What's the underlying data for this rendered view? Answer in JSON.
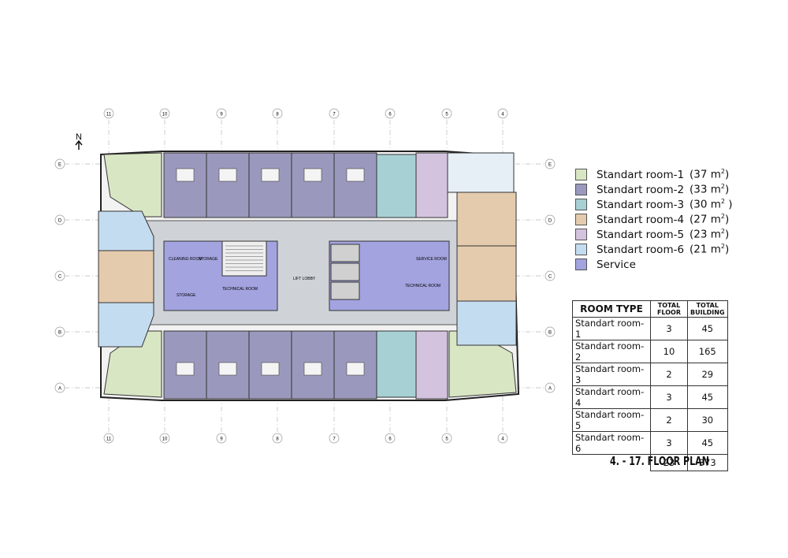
{
  "grid": {
    "columns": [
      "11",
      "10",
      "9",
      "8",
      "7",
      "6",
      "5",
      "4"
    ],
    "rows": [
      "E",
      "D",
      "C",
      "B",
      "A"
    ]
  },
  "north_label": "N",
  "room_labels": {
    "cleaning": "CLEANING ROOM",
    "storage_top": "STORAGE",
    "storage_left": "STORAGE",
    "technical_left": "TECHNICAL ROOM",
    "lift_lobby": "LIFT LOBBY",
    "service": "SERVICE ROOM",
    "technical_right": "TECHNICAL ROOM"
  },
  "legend": [
    {
      "name": "Standart room-1",
      "area": "(37 m",
      "sup": "2",
      "close": ")",
      "color": "#d9e6c4"
    },
    {
      "name": "Standart room-2",
      "area": "(33 m",
      "sup": "2",
      "close": ")",
      "color": "#9a99bd"
    },
    {
      "name": "Standart room-3",
      "area": " (30 m",
      "sup": "2",
      "close": " )",
      "color": "#a6d0d4"
    },
    {
      "name": "Standart room-4",
      "area": "(27 m",
      "sup": "2",
      "close": ")",
      "color": "#e4cbad"
    },
    {
      "name": "Standart room-5",
      "area": "(23 m",
      "sup": "2",
      "close": ")",
      "color": "#d4c3de"
    },
    {
      "name": "Standart room-6",
      "area": "(21 m",
      "sup": "2",
      "close": ")",
      "color": "#c4dcf0"
    },
    {
      "name": "Service",
      "area": "",
      "sup": "",
      "close": "",
      "color": "#a3a3e0"
    }
  ],
  "table": {
    "headers": [
      "ROOM TYPE",
      "TOTAL FLOOR",
      "TOTAL BUILDING"
    ],
    "rows": [
      [
        "Standart room-1",
        "3",
        "45"
      ],
      [
        "Standart room-2",
        "10",
        "165"
      ],
      [
        "Standart room-3",
        "2",
        "29"
      ],
      [
        "Standart room-4",
        "3",
        "45"
      ],
      [
        "Standart room-5",
        "2",
        "30"
      ],
      [
        "Standart room-6",
        "3",
        "45"
      ]
    ],
    "totals": [
      "23",
      "373"
    ]
  },
  "title": "4. - 17. FLOOR PLAN"
}
